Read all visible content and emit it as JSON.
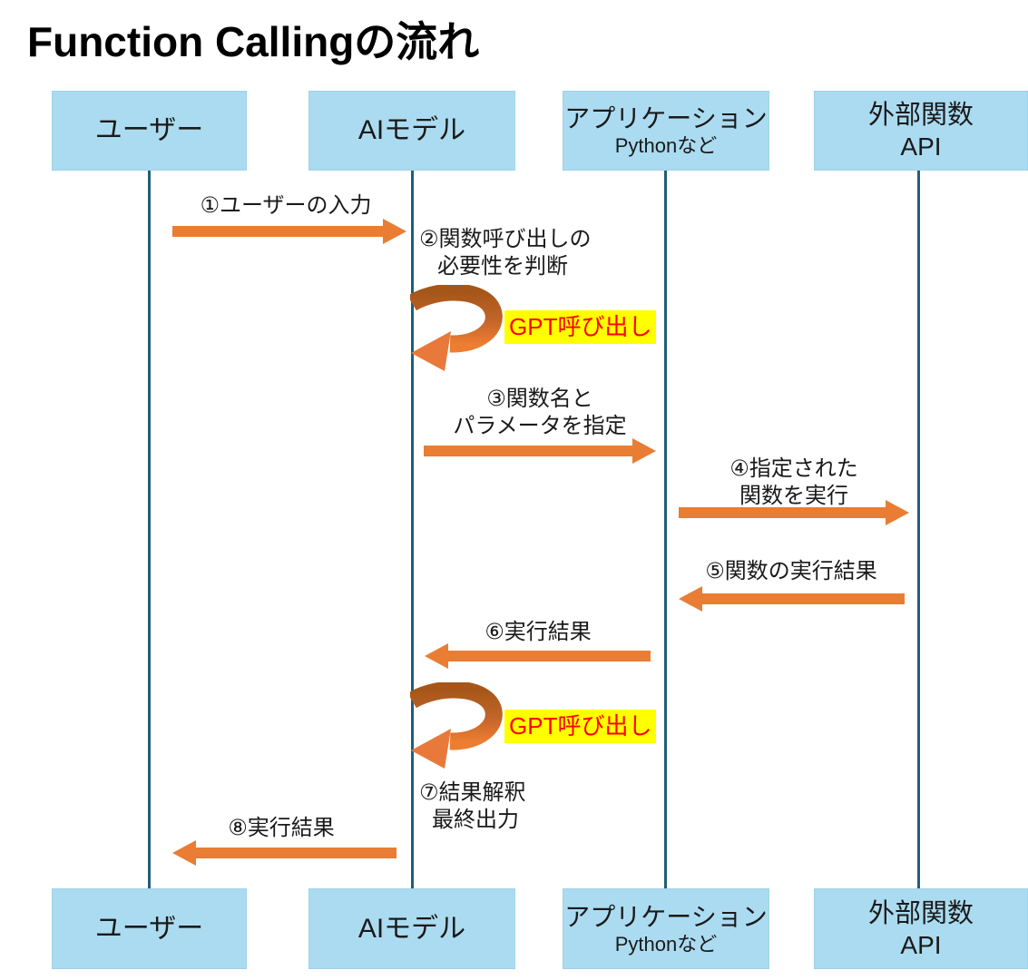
{
  "page": {
    "title": "Function Callingの流れ"
  },
  "colors": {
    "actor_fill": "#ABDBF0",
    "lifeline": "#1F5F78",
    "arrow_orange": "#E87D33",
    "loop_gradient_top": "#A65619",
    "loop_gradient_bottom": "#ED7D31",
    "gpt_label_text": "#FF0000",
    "gpt_label_bg": "#FFFF00"
  },
  "actors": {
    "user": {
      "label": "ユーザー"
    },
    "ai_model": {
      "label": "AIモデル"
    },
    "application": {
      "label": "アプリケーション",
      "sublabel": "Pythonなど"
    },
    "external_api": {
      "label": "外部関数",
      "sublabel": "API"
    }
  },
  "messages": {
    "m1": {
      "label": "①ユーザーの入力"
    },
    "m2": {
      "line1": "②関数呼び出しの",
      "line2": "必要性を判断"
    },
    "loop1": {
      "label": "GPT呼び出し"
    },
    "m3": {
      "line1": "③関数名と",
      "line2": "パラメータを指定"
    },
    "m4": {
      "line1": "④指定された",
      "line2": "関数を実行"
    },
    "m5": {
      "label": "⑤関数の実行結果"
    },
    "m6": {
      "label": "⑥実行結果"
    },
    "loop2": {
      "label": "GPT呼び出し"
    },
    "m7": {
      "line1": "⑦結果解釈",
      "line2": "最終出力"
    },
    "m8": {
      "label": "⑧実行結果"
    }
  }
}
